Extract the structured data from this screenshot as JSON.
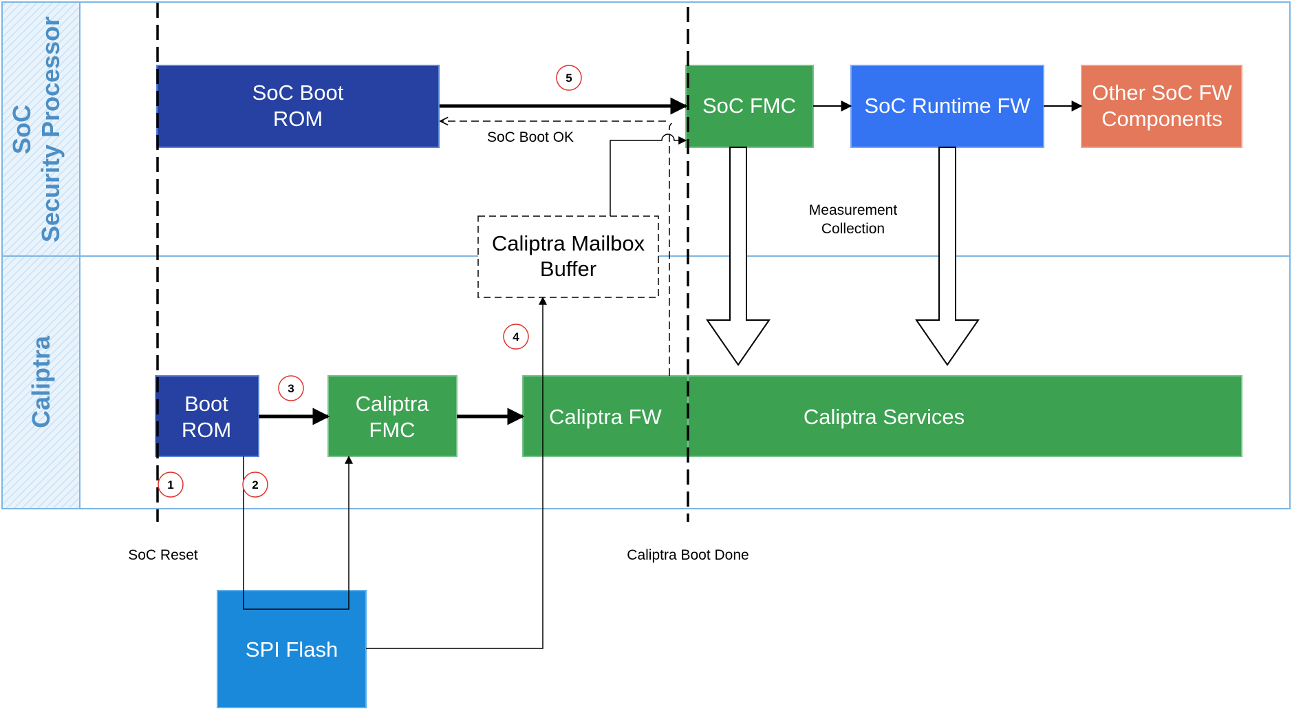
{
  "lanes": {
    "soc_line1": "SoC",
    "soc_line2": "Security Processor",
    "caliptra": "Caliptra"
  },
  "boxes": {
    "soc_boot_rom": [
      "SoC Boot",
      "ROM"
    ],
    "soc_fmc": "SoC FMC",
    "soc_runtime_fw": "SoC Runtime FW",
    "other_soc_fw": [
      "Other SoC FW",
      "Components"
    ],
    "mailbox": [
      "Caliptra Mailbox",
      "Buffer"
    ],
    "boot_rom": [
      "Boot",
      "ROM"
    ],
    "caliptra_fmc": [
      "Caliptra",
      "FMC"
    ],
    "caliptra_fw": "Caliptra FW",
    "caliptra_services": "Caliptra Services",
    "spi_flash": "SPI Flash"
  },
  "labels": {
    "soc_boot_ok": "SoC Boot OK",
    "measurement": [
      "Measurement",
      "Collection"
    ],
    "soc_reset": "SoC Reset",
    "caliptra_boot_done": "Caliptra Boot Done"
  },
  "steps": [
    "1",
    "2",
    "3",
    "4",
    "5"
  ],
  "colors": {
    "dark_blue": "#2641a1",
    "green": "#3da152",
    "bright_blue": "#3474f2",
    "orange": "#e4785a",
    "spi_blue": "#1b89d9",
    "lane_border": "#7db5e3",
    "lane_label": "#4d8fc4",
    "step_circle": "#e0302a"
  }
}
